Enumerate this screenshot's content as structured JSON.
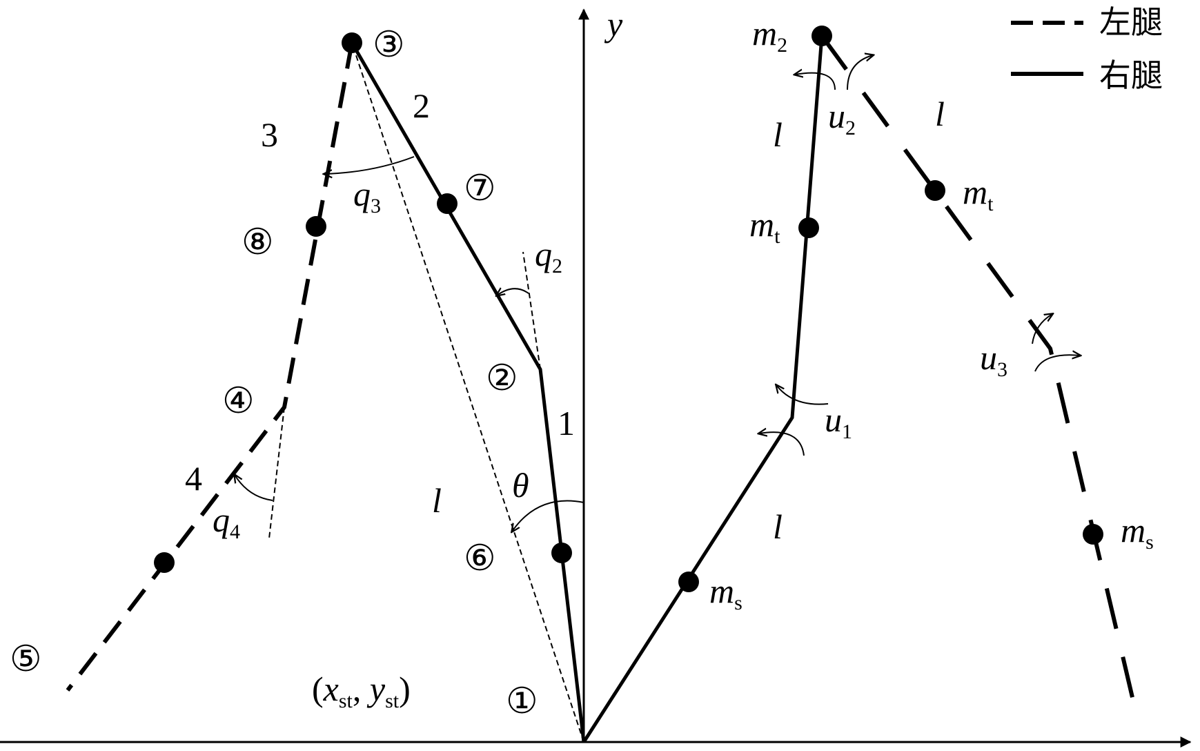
{
  "legend": {
    "left_leg": "左腿",
    "right_leg": "右腿"
  },
  "axes": {
    "y": "y"
  },
  "joints": {
    "j1": "①",
    "j2": "②",
    "j3": "③",
    "j4": "④",
    "j5": "⑤",
    "j6": "⑥",
    "j7": "⑦",
    "j8": "⑧"
  },
  "links": {
    "link1": "1",
    "link2": "2",
    "link3": "3",
    "link4": "4"
  },
  "symbols": {
    "l": "l",
    "theta": "θ",
    "q": "q",
    "q2_sub": "2",
    "q3_sub": "3",
    "q4_sub": "4",
    "m": "m",
    "m2_sub": "2",
    "mt_sub": "t",
    "ms_sub": "s",
    "u": "u",
    "u1_sub": "1",
    "u2_sub": "2",
    "u3_sub": "3",
    "coord_open": "(",
    "coord_x": "x",
    "coord_st": "st",
    "coord_sep": ", ",
    "coord_y": "y",
    "coord_close": ")"
  }
}
